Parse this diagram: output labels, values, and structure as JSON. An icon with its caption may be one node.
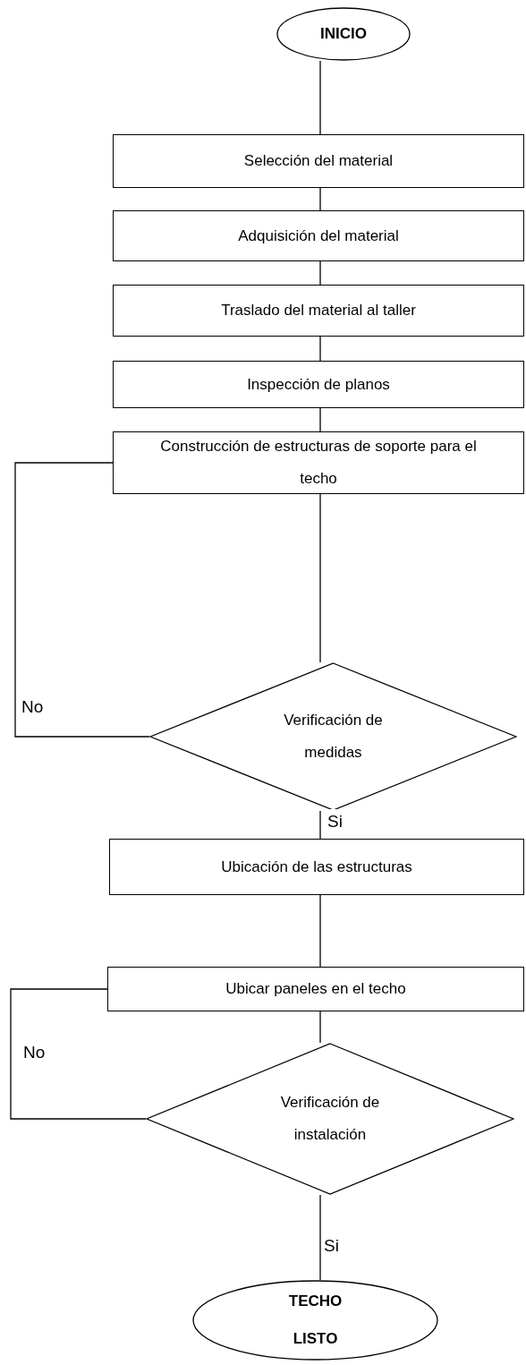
{
  "diagram": {
    "nodes": [
      {
        "text": [
          "INICIO"
        ]
      },
      {
        "text": [
          "Selección del material"
        ]
      },
      {
        "text": [
          "Adquisición del material"
        ]
      },
      {
        "text": [
          "Traslado del material al taller"
        ]
      },
      {
        "text": [
          "Inspección de planos"
        ]
      },
      {
        "text": [
          "Construcción de estructuras de soporte para el techo"
        ]
      },
      {
        "text": [
          "Verificación de medidas"
        ]
      },
      {
        "text": [
          "Ubicación de las estructuras"
        ]
      },
      {
        "text": [
          "Ubicar paneles en el techo"
        ]
      },
      {
        "text": [
          "Verificación de instalación"
        ]
      },
      {
        "text": [
          "TECHO LISTO"
        ]
      }
    ],
    "edges": [
      {
        "from": 0,
        "to": 1,
        "arrow": "none"
      },
      {
        "from": 1,
        "to": 2,
        "arrow": "none"
      },
      {
        "from": 2,
        "to": 3,
        "arrow": "none"
      },
      {
        "from": 3,
        "to": 4,
        "arrow": "none"
      },
      {
        "from": 4,
        "to": 5,
        "arrow": "none"
      },
      {
        "from": 5,
        "to": 6,
        "arrow": "none"
      },
      {
        "from": 6,
        "to": 5,
        "arrow": "none",
        "label": "No"
      },
      {
        "from": 6,
        "to": 7,
        "arrow": "none",
        "label": "Si"
      },
      {
        "from": 7,
        "to": 8,
        "arrow": "none"
      },
      {
        "from": 8,
        "to": 9,
        "arrow": "none"
      },
      {
        "from": 9,
        "to": 8,
        "arrow": "none",
        "label": "No"
      },
      {
        "from": 9,
        "to": 10,
        "arrow": "none",
        "label": "Si"
      }
    ]
  }
}
